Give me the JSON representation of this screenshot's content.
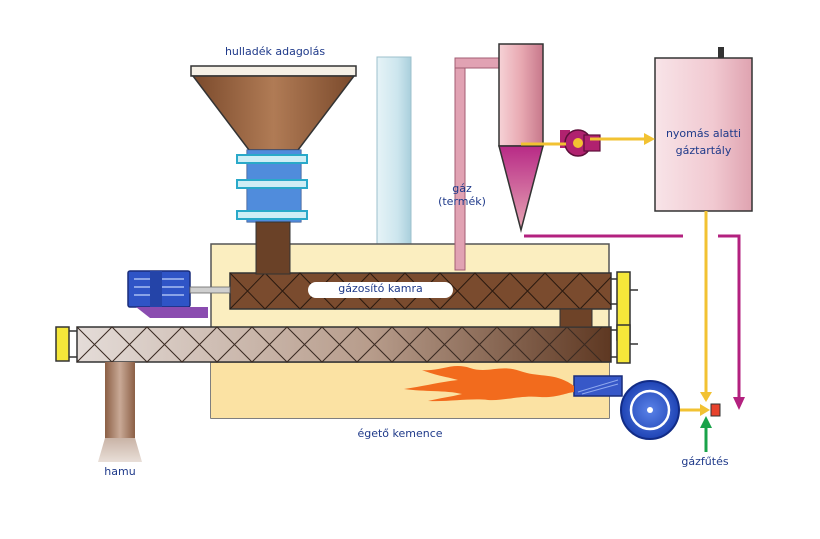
{
  "labels": {
    "feed": "hulladék adagolás",
    "gas_line1": "gáz",
    "gas_line2": "(termék)",
    "chamber": "gázosító kamra",
    "tank_line1": "nyomás alatti",
    "tank_line2": "gáztartály",
    "furnace": "égető kemence",
    "ash": "hamu",
    "gas_heating": "gázfűtés"
  },
  "colors": {
    "hopper": "#a8734e",
    "hopper_rim": "#f5f0e6",
    "screw_dark": "#6e4328",
    "screw_light": "#d9cec8",
    "furnace_fill": "#fbe7a7",
    "flame": "#f26b1d",
    "motor_blue": "#3355c9",
    "feeder_blue": "#4f86d8",
    "cyclone": "#e9b0b6",
    "pipe_pink": "#e3a7b4",
    "tank": "#f3d3da",
    "gas_yellow": "#f2c232",
    "product_magenta": "#b3217f",
    "air_green": "#1aa34a",
    "chimney": "#cfe7f0",
    "label_text": "#1f3a8a"
  }
}
